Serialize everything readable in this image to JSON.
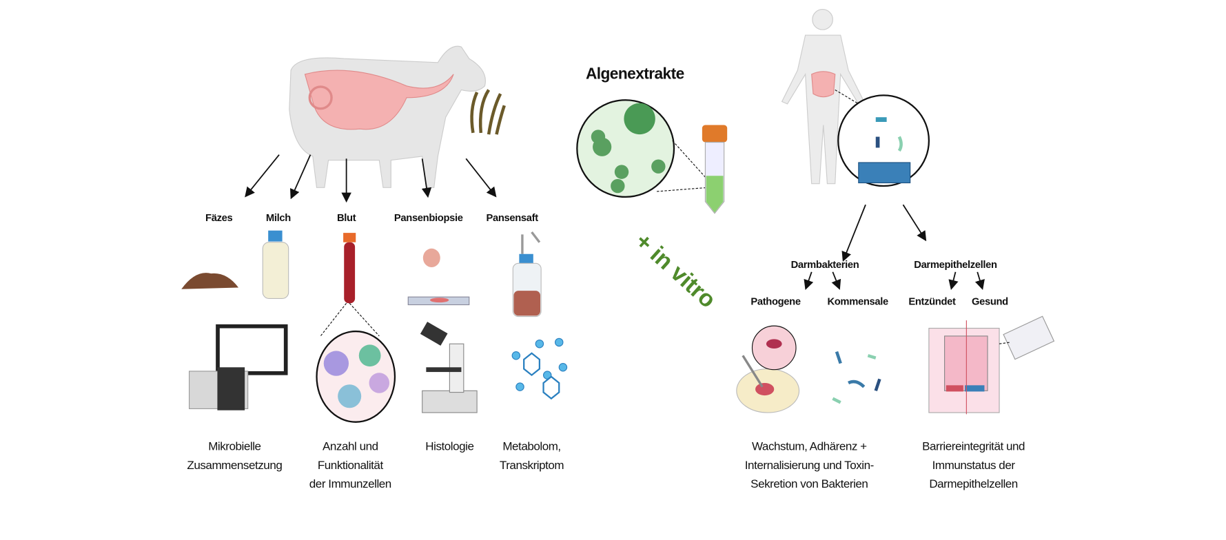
{
  "title": "Algenextrakte",
  "in_vitro": "+ in vitro",
  "cow_samples": [
    {
      "label": "Fäzes"
    },
    {
      "label": "Milch"
    },
    {
      "label": "Blut"
    },
    {
      "label": "Pansenbiopsie"
    },
    {
      "label": "Pansensaft"
    }
  ],
  "cow_outcomes": [
    {
      "lines": [
        "Mikrobielle",
        "Zusammensetzung"
      ]
    },
    {
      "lines": [
        "Anzahl und",
        "Funktionalität",
        "der Immunzellen"
      ]
    },
    {
      "lines": [
        "Histologie"
      ]
    },
    {
      "lines": [
        "Metabolom,",
        "Transkriptom"
      ]
    }
  ],
  "human": {
    "branches": [
      "Darmbakterien",
      "Darmepithelzellen"
    ],
    "sub": [
      "Pathogene",
      "Kommensale",
      "Entzündet",
      "Gesund"
    ],
    "outcomes": [
      {
        "lines": [
          "Wachstum, Adhärenz +",
          "Internalisierung und Toxin-",
          "Sekretion von Bakterien"
        ]
      },
      {
        "lines": [
          "Barriereintegrität und",
          "Immunstatus der",
          "Darmepithelzellen"
        ]
      }
    ]
  },
  "colors": {
    "accent_green": "#4f8a2b",
    "organ_pink": "#f0a0a0",
    "algae_green": "#5aa060"
  }
}
